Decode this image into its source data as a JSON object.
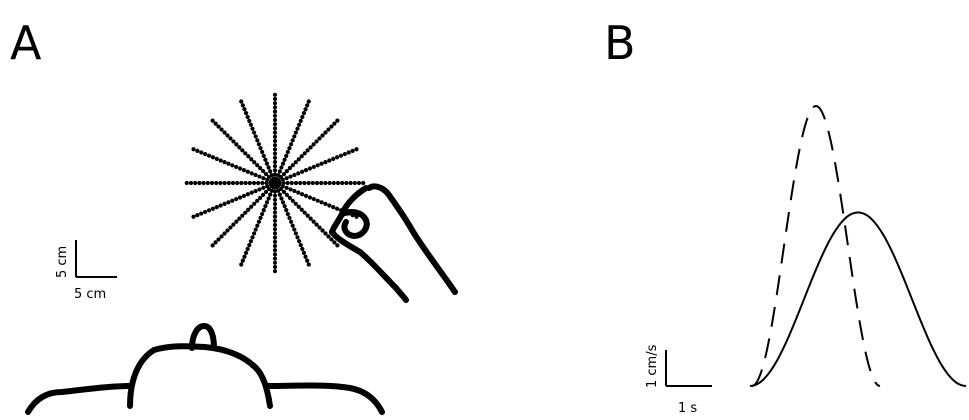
{
  "panels": {
    "a": {
      "letter": "A",
      "scale_bar": {
        "vertical_label": "5 cm",
        "horizontal_label": "5 cm"
      },
      "reach_targets": {
        "directions": 16
      }
    },
    "b": {
      "letter": "B",
      "scale_bar": {
        "vertical_label": "1 cm/s",
        "horizontal_label": "1 s"
      },
      "velocity_profiles": [
        {
          "style": "dashed",
          "peak": 1.0
        },
        {
          "style": "solid",
          "peak": 0.62
        }
      ]
    }
  }
}
